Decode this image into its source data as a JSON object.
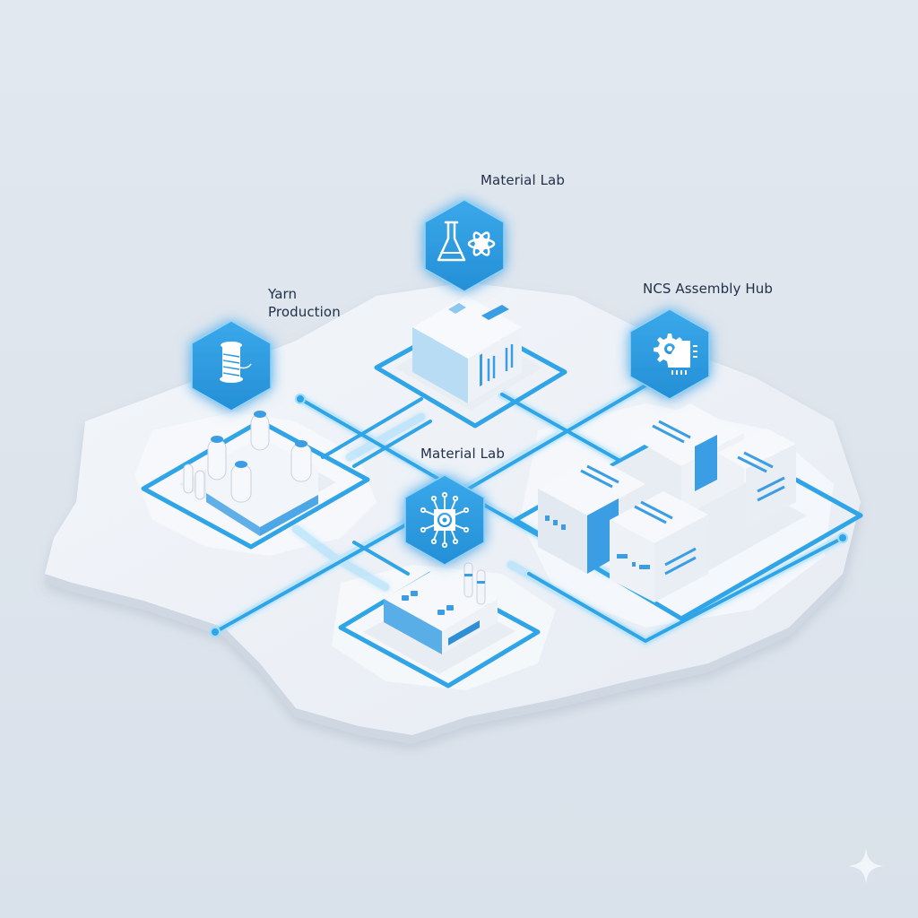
{
  "diagram": {
    "type": "isometric-network-map",
    "colors": {
      "background": "#dfe6ee",
      "island_top": "#eef2f7",
      "island_side": "#cfd7e2",
      "connector_line": "#2fa4e7",
      "connector_glow": "#9fdcfb",
      "hex_badge": "#2c9be0",
      "label_text": "#22314a",
      "building_white": "#f4f7fb",
      "building_shade": "#d3dbe6",
      "building_accent": "#3b9de3"
    },
    "nodes": [
      {
        "id": "material-lab-top",
        "label": "Material Lab",
        "icon": "flask-atom-icon",
        "building": "laboratory-block"
      },
      {
        "id": "yarn-production",
        "label": "Yarn\nProduction",
        "icon": "thread-spool-icon",
        "building": "cylindrical-plant"
      },
      {
        "id": "ncs-assembly-hub",
        "label": "NCS Assembly Hub",
        "icon": "gear-circuit-icon",
        "building": "warehouse-cluster"
      },
      {
        "id": "material-lab-center",
        "label": "Material Lab",
        "icon": "chip-circuit-icon",
        "building": "factory-with-chimneys"
      }
    ],
    "edges": [
      {
        "from": "yarn-production",
        "to": "material-lab-top"
      },
      {
        "from": "material-lab-top",
        "to": "ncs-assembly-hub"
      },
      {
        "from": "yarn-production",
        "to": "material-lab-center"
      },
      {
        "from": "material-lab-center",
        "to": "ncs-assembly-hub"
      },
      {
        "from": "material-lab-top",
        "to": "material-lab-center"
      }
    ],
    "watermark": "sparkle-icon"
  }
}
